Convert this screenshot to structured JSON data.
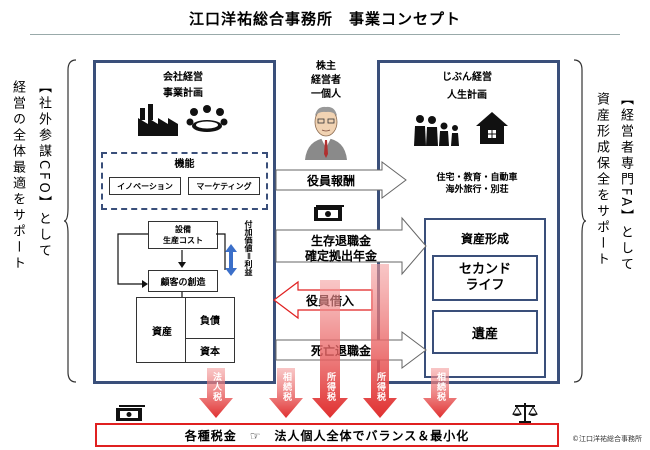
{
  "title": "江口洋祐総合事務所　事業コンセプト",
  "left_side_text": "【社外参謀CFO】として経営の全体最適をサポート",
  "left_side_col1": "【社外参謀CFO】として",
  "left_side_col2": "経営の全体最適をサポート",
  "right_side_col1": "【経営者専門FA】として",
  "right_side_col2": "資産形成保全をサポート",
  "company": {
    "title": "会社経営",
    "subtitle": "事業計画",
    "kinou_label": "機能",
    "innovation": "イノベーション",
    "marketing": "マーケティング",
    "cost": "設備\n生産コスト",
    "cost_l1": "設備",
    "cost_l2": "生産コスト",
    "customer": "顧客の創造",
    "added_value": "付加価値＝利益",
    "assets": "資産",
    "liabilities": "負債",
    "capital": "資本"
  },
  "owner": {
    "line1": "株主",
    "line2": "経営者",
    "line3": "一個人"
  },
  "personal": {
    "title": "じぶん経営",
    "subtitle": "人生計画",
    "life_l1": "住宅・教育・自動車",
    "life_l2": "海外旅行・別荘",
    "asset_formation": "資産形成",
    "second_life_l1": "セカンド",
    "second_life_l2": "ライフ",
    "inheritance": "遺産"
  },
  "flows": {
    "executive_pay": "役員報酬",
    "retirement_l1": "生存退職金",
    "retirement_l2": "確定拠出年金",
    "exec_loan": "役員借入",
    "death_retirement": "死亡退職金"
  },
  "taxes": {
    "corporate": "法人税",
    "inheritance1": "相続税",
    "income1": "所得税",
    "income2": "所得税",
    "inheritance2": "相続税"
  },
  "bottom": {
    "text": "各種税金　☞　法人個人全体でバランス＆最小化"
  },
  "copyright": "©江口洋祐総合事務所",
  "colors": {
    "navy": "#3a4f7a",
    "red": "#e02020",
    "blue": "#3b6fc9"
  }
}
